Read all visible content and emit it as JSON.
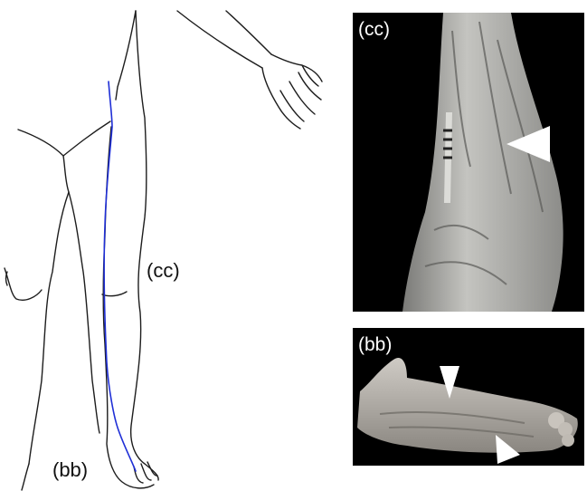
{
  "figure": {
    "drawing": {
      "label_cc": "(cc)",
      "label_bb": "(bb)",
      "line_color": "#1d1d1d",
      "nerve_color": "#1f2fd6",
      "icon": "leg-outline-drawing"
    },
    "panels": [
      {
        "id": "cc",
        "label": "(cc)",
        "background": "#000000",
        "specimen_color": "#a9a9a6",
        "marker": "white-arrowhead",
        "icon": "dissection-photo"
      },
      {
        "id": "bb",
        "label": "(bb)",
        "background": "#000000",
        "specimen_color": "#a7a49e",
        "marker": "white-arrowhead",
        "icon": "dissection-photo"
      }
    ]
  }
}
